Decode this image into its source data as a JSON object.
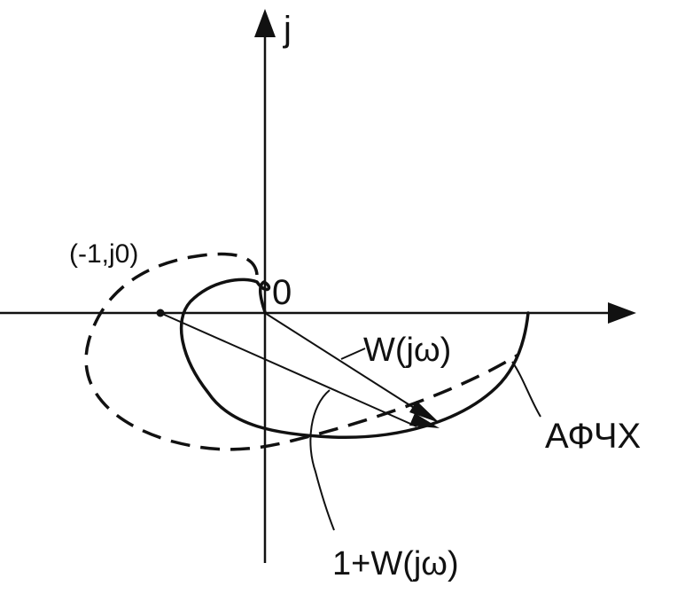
{
  "labels": {
    "imag_axis": "j",
    "origin": "0",
    "critical_point": "(-1,j0)",
    "w_vector": "W(jω)",
    "sum_vector": "1+W(jω)",
    "curve_name": "АФЧХ"
  },
  "colors": {
    "ink": "#111111",
    "background": "#ffffff"
  }
}
